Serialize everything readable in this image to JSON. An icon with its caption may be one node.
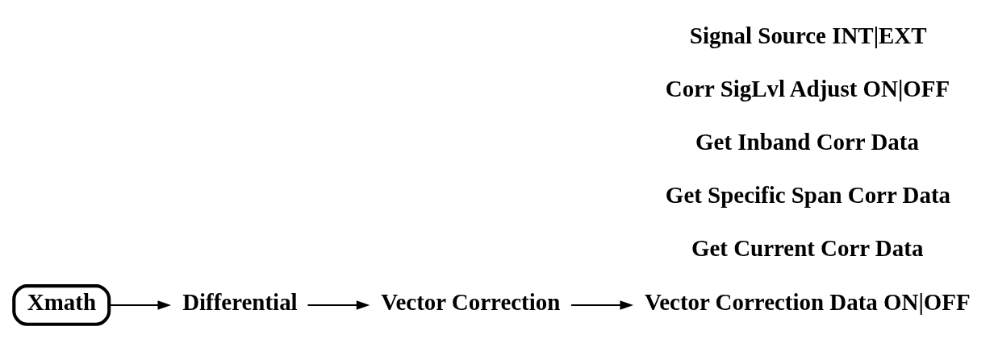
{
  "diagram": {
    "nodes": [
      {
        "text": [
          "Xmath"
        ]
      },
      {
        "text": [
          "Differential"
        ]
      },
      {
        "text": [
          "Vector Correction"
        ]
      },
      {
        "text": [
          "Vector Correction Data ON|OFF"
        ]
      },
      {
        "text": [
          "Get Current Corr Data"
        ]
      },
      {
        "text": [
          "Get Specific Span Corr Data"
        ]
      },
      {
        "text": [
          "Get Inband Corr Data"
        ]
      },
      {
        "text": [
          "Corr SigLvl Adjust ON|OFF"
        ]
      },
      {
        "text": [
          "Signal Source INT|EXT"
        ]
      }
    ],
    "edges": [
      {
        "from": 0,
        "to": 1,
        "arrow": "to"
      },
      {
        "from": 1,
        "to": 2,
        "arrow": "to"
      },
      {
        "from": 2,
        "to": 3,
        "arrow": "to"
      }
    ]
  }
}
